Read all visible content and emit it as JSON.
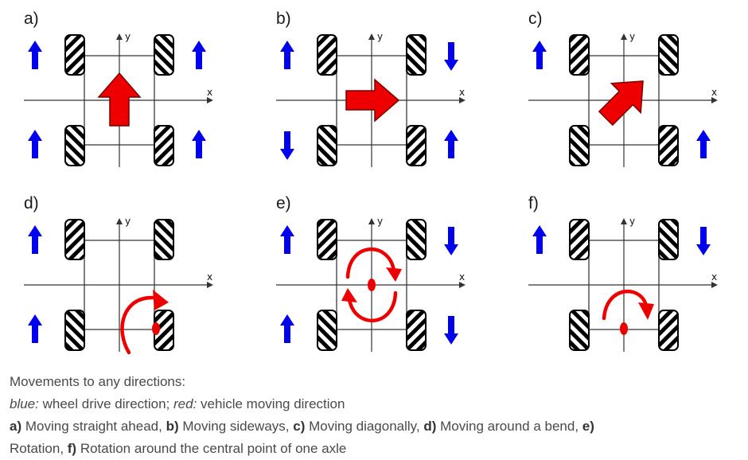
{
  "panels": [
    {
      "label": "a)",
      "arrow": "straight",
      "rotation": -90,
      "wheels": {
        "fl": "up",
        "fr": "up",
        "rl": "up",
        "rr": "up"
      }
    },
    {
      "label": "b)",
      "arrow": "straight",
      "rotation": 0,
      "wheels": {
        "fl": "up",
        "fr": "down",
        "rl": "down",
        "rr": "up"
      }
    },
    {
      "label": "c)",
      "arrow": "straight",
      "rotation": -45,
      "wheels": {
        "fl": "up",
        "fr": "none",
        "rl": "none",
        "rr": "up"
      }
    },
    {
      "label": "d)",
      "arrow": "bend",
      "wheels": {
        "fl": "up",
        "fr": "none",
        "rl": "up",
        "rr": "none"
      }
    },
    {
      "label": "e)",
      "arrow": "rotation",
      "wheels": {
        "fl": "up",
        "fr": "down",
        "rl": "up",
        "rr": "down"
      }
    },
    {
      "label": "f)",
      "arrow": "axle-rotation",
      "wheels": {
        "fl": "up",
        "fr": "down",
        "rl": "none",
        "rr": "none"
      }
    }
  ],
  "axes": {
    "x_label": "x",
    "y_label": "y"
  },
  "colors": {
    "wheel_drive": "#0000ee",
    "vehicle_motion": "#ee0000",
    "frame": "#555555",
    "axis": "#333333"
  },
  "caption": {
    "line1": "Movements to any directions:",
    "line2_blue": "blue:",
    "line2_blue_text": " wheel drive direction; ",
    "line2_red": "red:",
    "line2_red_text": " vehicle moving direction",
    "items": [
      {
        "key": "a)",
        "text": " Moving straight ahead, "
      },
      {
        "key": "b)",
        "text": " Moving sideways, "
      },
      {
        "key": "c)",
        "text": " Moving diagonally, "
      },
      {
        "key": "d)",
        "text": " Moving around a bend, "
      },
      {
        "key": "e)",
        "text": " Rotation, "
      },
      {
        "key": "f)",
        "text": " Rotation around the central point of one axle"
      }
    ]
  }
}
